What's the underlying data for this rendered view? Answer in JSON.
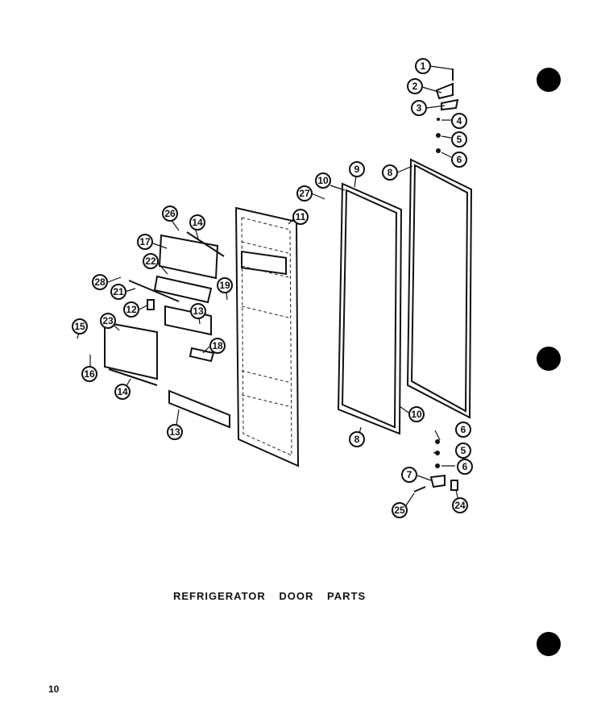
{
  "title": "REFRIGERATOR DOOR PARTS",
  "page_number": "10",
  "callouts": [
    "1",
    "2",
    "3",
    "4",
    "5",
    "6",
    "27",
    "10",
    "9",
    "8",
    "11",
    "26",
    "14",
    "17",
    "22",
    "28",
    "21",
    "19",
    "12",
    "13",
    "15",
    "23",
    "18",
    "16",
    "14",
    "13",
    "10",
    "8",
    "6",
    "5",
    "6",
    "7",
    "25",
    "24"
  ]
}
